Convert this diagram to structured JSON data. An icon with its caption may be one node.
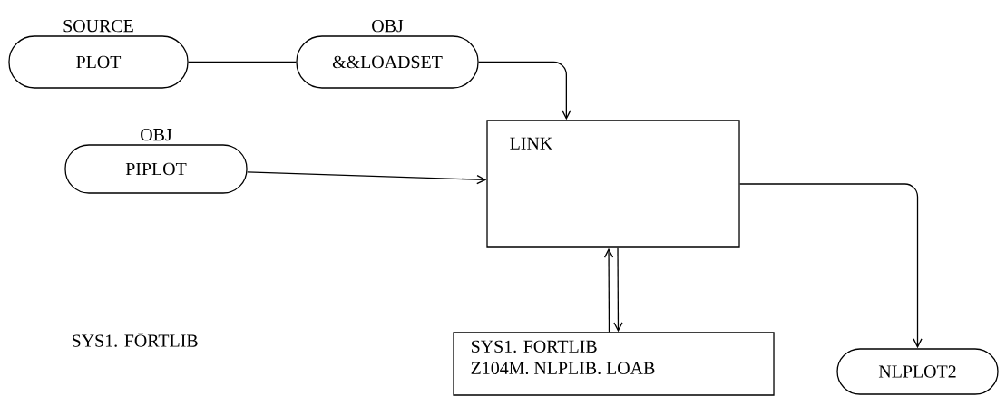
{
  "diagram": {
    "nodes": [
      {
        "text": [
          "SOURCE",
          "PLOT"
        ]
      },
      {
        "text": [
          "OBJ",
          "&&LOADSET"
        ]
      },
      {
        "text": [
          "OBJ",
          "PIPLOT"
        ]
      },
      {
        "text": [
          "LINK"
        ]
      },
      {
        "text": [
          "SYS1. FORTLIB",
          "Z104M. NLPLIB. LOAB"
        ]
      },
      {
        "text": [
          "NLPLOT2"
        ]
      }
    ],
    "edges": [
      {
        "from": 0,
        "to": 1,
        "arrow": "none"
      },
      {
        "from": 1,
        "to": 3,
        "arrow": "to"
      },
      {
        "from": 2,
        "to": 3,
        "arrow": "to"
      },
      {
        "from": 4,
        "to": 3,
        "arrow": "to"
      },
      {
        "from": 3,
        "to": 4,
        "arrow": "to"
      },
      {
        "from": 3,
        "to": 5,
        "arrow": "to"
      }
    ],
    "labels": [
      "SYS1. FŌRTLIB"
    ]
  }
}
